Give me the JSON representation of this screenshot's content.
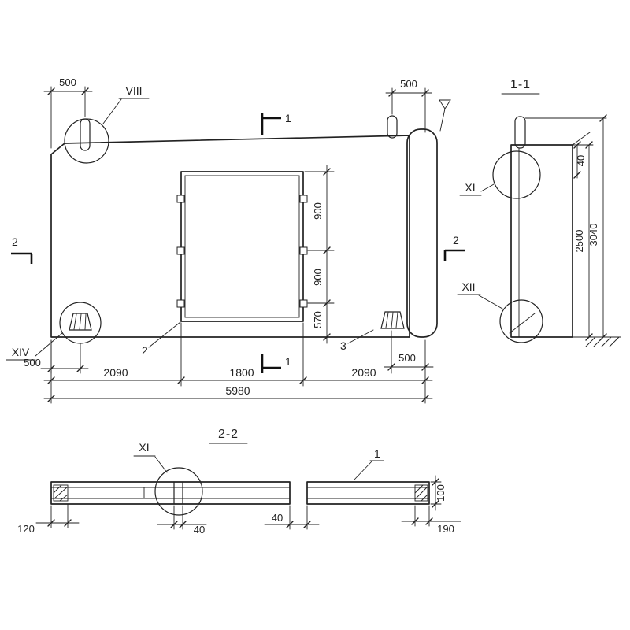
{
  "main": {
    "detail_viii": "VIII",
    "detail_xiv": "XIV",
    "sec1": "1",
    "sec2": "2",
    "part2": "2",
    "part3": "3",
    "d500_tl": "500",
    "d500_tr": "500",
    "d500_bl": "500",
    "d500_br": "500",
    "d2090_l": "2090",
    "d1800": "1800",
    "d2090_r": "2090",
    "d5980": "5980",
    "d900_u": "900",
    "d900_l": "900",
    "d570": "570"
  },
  "s11": {
    "title": "1-1",
    "xi": "XI",
    "xii": "XII",
    "d40": "40",
    "d2500": "2500",
    "d3040": "3040"
  },
  "s22": {
    "title": "2-2",
    "xi": "XI",
    "part1": "1",
    "d120": "120",
    "d40_joint": "40",
    "d40_gap": "40",
    "d190": "190",
    "d100": "100"
  }
}
